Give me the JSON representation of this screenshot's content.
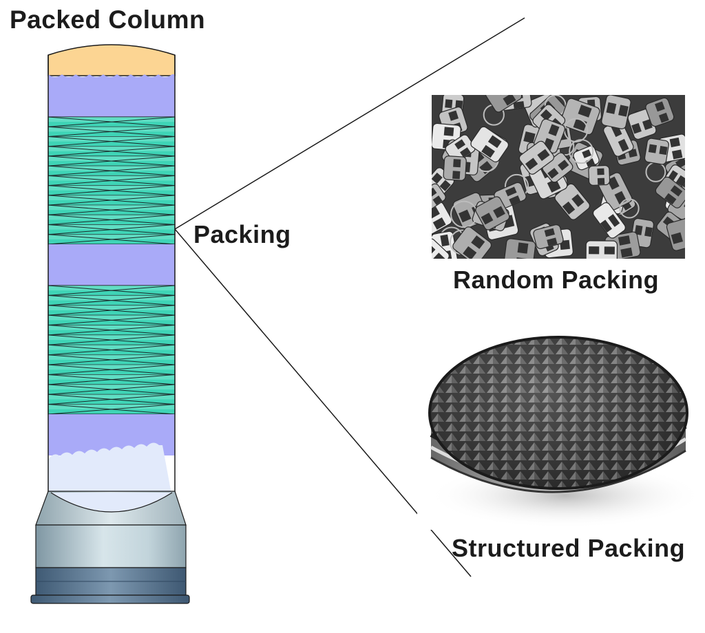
{
  "diagram": {
    "title": "Packed Column",
    "callout_label": "Packing",
    "random_label": "Random Packing",
    "structured_label": "Structured Packing"
  },
  "colors": {
    "top_liquid": "#fcd593",
    "vapor_space": "#a9aaf8",
    "packing_fill": "#3fd4b6",
    "bottom_liquid": "#e2eafb",
    "base_metal": "#b5c8d2",
    "base_band": "#5c7a96",
    "outline": "#1a1a1a"
  },
  "icons": [
    "random-packing-photo",
    "structured-packing-photo"
  ]
}
